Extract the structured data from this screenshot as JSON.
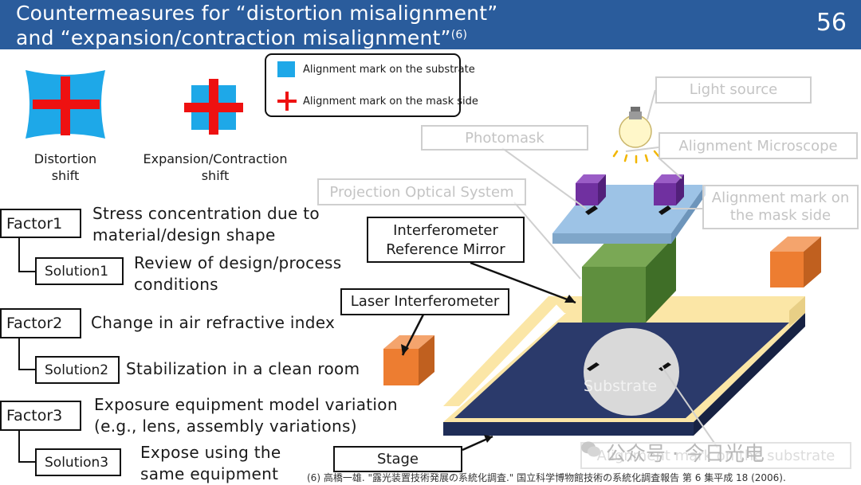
{
  "slide": {
    "title_line1": "Countermeasures for “distortion misalignment”",
    "title_line2": "and “expansion/contraction misalignment”",
    "title_ref": "(6)",
    "page_number": "56"
  },
  "legend": {
    "substrate_mark": "Alignment mark on the substrate",
    "mask_mark": "Alignment mark on the mask side"
  },
  "shift_labels": {
    "distortion": [
      "Distortion",
      "shift"
    ],
    "expansion": [
      "Expansion/Contraction",
      "shift"
    ]
  },
  "factors": [
    {
      "factor": "Factor1",
      "cause": [
        "Stress concentration due to",
        "material/design shape"
      ],
      "solution": "Solution1",
      "action": [
        "Review of design/process",
        "conditions"
      ]
    },
    {
      "factor": "Factor2",
      "cause": [
        "Change in air refractive index"
      ],
      "solution": "Solution2",
      "action": [
        "Stabilization in a clean room"
      ]
    },
    {
      "factor": "Factor3",
      "cause": [
        "Exposure equipment model variation",
        "(e.g., lens, assembly variations)"
      ],
      "solution": "Solution3",
      "action": [
        "Expose using the",
        "same equipment"
      ]
    }
  ],
  "diagram": {
    "light_source": "Light source",
    "photomask": "Photomask",
    "alignment_microscope": "Alignment Microscope",
    "projection_optical_system": "Projection Optical System",
    "alignment_mark_mask": [
      "Alignment mark on",
      "the mask side"
    ],
    "interferometer_mirror": [
      "Interferometer",
      "Reference Mirror"
    ],
    "laser_interferometer": "Laser Interferometer",
    "substrate": "Substrate",
    "stage": "Stage",
    "alignment_mark_substrate": "Alignment mark on the substrate"
  },
  "footnote": "(6) 高橋一雄. \"露光装置技術発展の系統化調査.\" 国立科学博物館技術の系統化調査報告 第 6 集平成 18 (2006).",
  "watermark": "公众号 · 今日光电",
  "colors": {
    "title_bar": "#2a5c9c",
    "substrate_blue": "#1ea8e8",
    "mark_red": "#ee1111",
    "stage_navy": "#2b3a6b",
    "rail_cream": "#fbe6a6",
    "lens_green": "#5f8f3e",
    "microscope_purple": "#7030a0",
    "interferometer_orange": "#ed7d31",
    "mask_lightblue": "#9dc3e6"
  }
}
